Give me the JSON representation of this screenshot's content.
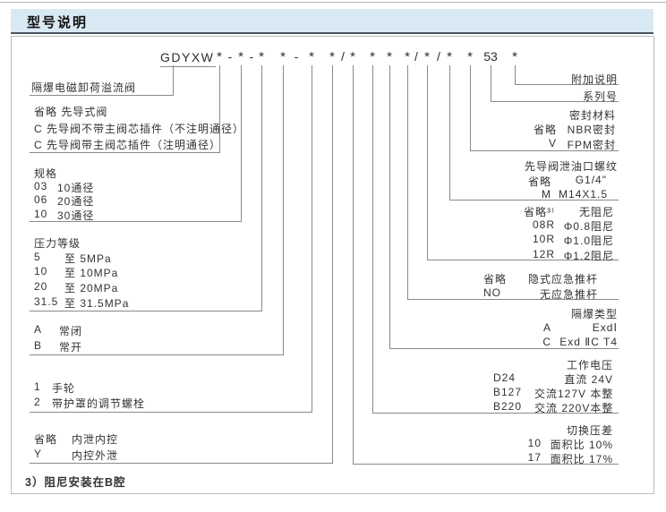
{
  "header": {
    "title": "型号说明"
  },
  "model_code": {
    "prefix": "GDYXW",
    "tokens": [
      "*",
      "-",
      "*",
      "-",
      "*",
      "*",
      "-",
      "*",
      "*",
      "/",
      "*",
      "*",
      "*",
      "*",
      "/",
      "*",
      "/",
      "*",
      "*",
      "53",
      "*"
    ]
  },
  "left": {
    "valve_name": "隔爆电磁卸荷溢流阀",
    "pilot": {
      "rows": [
        "省略 先导式阀",
        "C 先导阀不带主阀芯插件（不注明通径）",
        "C 先导阀带主阀芯插件（注明通径）"
      ]
    },
    "spec": {
      "header": "规格",
      "rows": [
        {
          "code": "03",
          "desc": "10通径"
        },
        {
          "code": "06",
          "desc": "20通径"
        },
        {
          "code": "10",
          "desc": "30通径"
        }
      ]
    },
    "pressure": {
      "header": "压力等级",
      "rows": [
        {
          "code": "5",
          "desc": "至 5MPa"
        },
        {
          "code": "10",
          "desc": "至 10MPa"
        },
        {
          "code": "20",
          "desc": "至 20MPa"
        },
        {
          "code": "31.5",
          "desc": "至 31.5MPa"
        }
      ]
    },
    "function": {
      "rows": [
        {
          "code": "A",
          "desc": "常闭"
        },
        {
          "code": "B",
          "desc": "常开"
        }
      ]
    },
    "adjust": {
      "rows": [
        {
          "code": "1",
          "desc": "手轮"
        },
        {
          "code": "2",
          "desc": "带护罩的调节螺栓"
        }
      ]
    },
    "drain": {
      "rows": [
        {
          "code": "省略",
          "desc": "内泄内控"
        },
        {
          "code": "Y",
          "desc": "内控外泄"
        }
      ]
    },
    "note": "3）阻尼安装在B腔"
  },
  "right": {
    "addendum": "附加说明",
    "series": "系列号",
    "seal": {
      "header": "密封材料",
      "rows": [
        {
          "code": "省略",
          "desc": "NBR密封"
        },
        {
          "code": "V",
          "desc": "FPM密封"
        }
      ]
    },
    "thread": {
      "header": "先导阀泄油口螺纹",
      "rows": [
        {
          "code": "省略",
          "desc": "G1/4\""
        },
        {
          "code": "M",
          "desc": "M14X1.5"
        }
      ]
    },
    "damping": {
      "rows": [
        {
          "code": "省略³⁾",
          "desc": "无阻尼"
        },
        {
          "code": "08R",
          "desc": "Φ0.8阻尼"
        },
        {
          "code": "10R",
          "desc": "Φ1.0阻尼"
        },
        {
          "code": "12R",
          "desc": "Φ1.2阻尼"
        }
      ]
    },
    "pushrod": {
      "rows": [
        {
          "code": "省略",
          "desc": "隐式应急推杆"
        },
        {
          "code": "NO",
          "desc": "无应急推杆"
        }
      ]
    },
    "ex_type": {
      "header": "隔爆类型",
      "rows": [
        {
          "code": "A",
          "desc": "ExdⅠ"
        },
        {
          "code": "C",
          "desc": "Exd ⅡC T4"
        }
      ]
    },
    "voltage": {
      "header": "工作电压",
      "rows": [
        {
          "code": "D24",
          "desc": "直流 24V"
        },
        {
          "code": "B127",
          "desc": "交流127V 本整"
        },
        {
          "code": "B220",
          "desc": "交流 220V本整"
        }
      ]
    },
    "press_diff": {
      "header": "切换压差",
      "rows": [
        {
          "code": "10",
          "desc": "面积比 10%"
        },
        {
          "code": "17",
          "desc": "面积比 17%"
        }
      ]
    }
  },
  "colors": {
    "header_bg": "#d9e9f4",
    "header_rule": "#4c5560",
    "line": "#8a8a8a",
    "text": "#333333",
    "box_border": "#bcbcbc"
  }
}
